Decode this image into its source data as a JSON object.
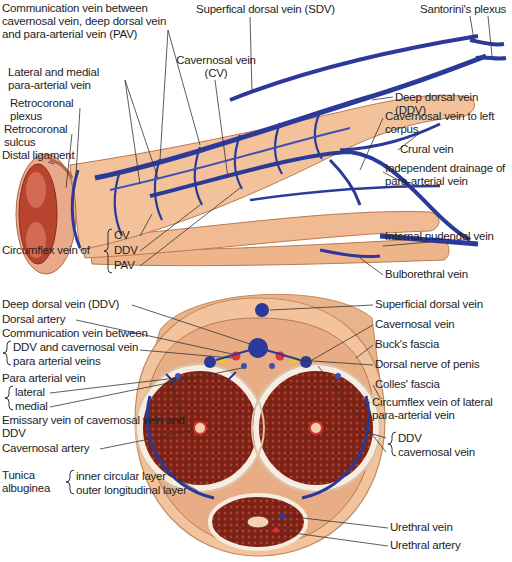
{
  "diagram": {
    "labels": [
      "Communication vein between cavernosal vein, deep dorsal vein and para-arterial vein (PAV)",
      "Superfical dorsal vein (SDV)",
      "Santorini's plexus",
      "Cavernosal vein (CV)",
      "Lateral and medial para-arterial vein",
      "Retrocoronal plexus",
      "Retrocoronal sulcus",
      "Distal ligament",
      "Deep dorsal vein (DDV)",
      "Cavernosal vein to left corpus",
      "Crural vein",
      "Independent drainage of para-arterial vein",
      "Circumflex vein of",
      "CV",
      "DDV",
      "PAV",
      "Internal pudendal vein",
      "Bulborethral vein",
      "Deep dorsal vein (DDV)",
      "Dorsal artery",
      "Communication vein between",
      "DDV and cavernosal vein",
      "para arterial veins",
      "Para arterial vein",
      "lateral",
      "medial",
      "Emissary vein of cavernosal vein and DDV",
      "Cavernosal artery",
      "Tunica albuginea",
      "inner circular layer",
      "outer longitudinal layer",
      "Superficial dorsal vein",
      "Cavernosal vein",
      "Buck's fascia",
      "Dorsal nerve of penis",
      "Colles' fascia",
      "Circumflex vein of lateral para-arterial vein",
      "DDV",
      "cavernosal vein",
      "Urethral vein",
      "Urethral artery"
    ]
  }
}
